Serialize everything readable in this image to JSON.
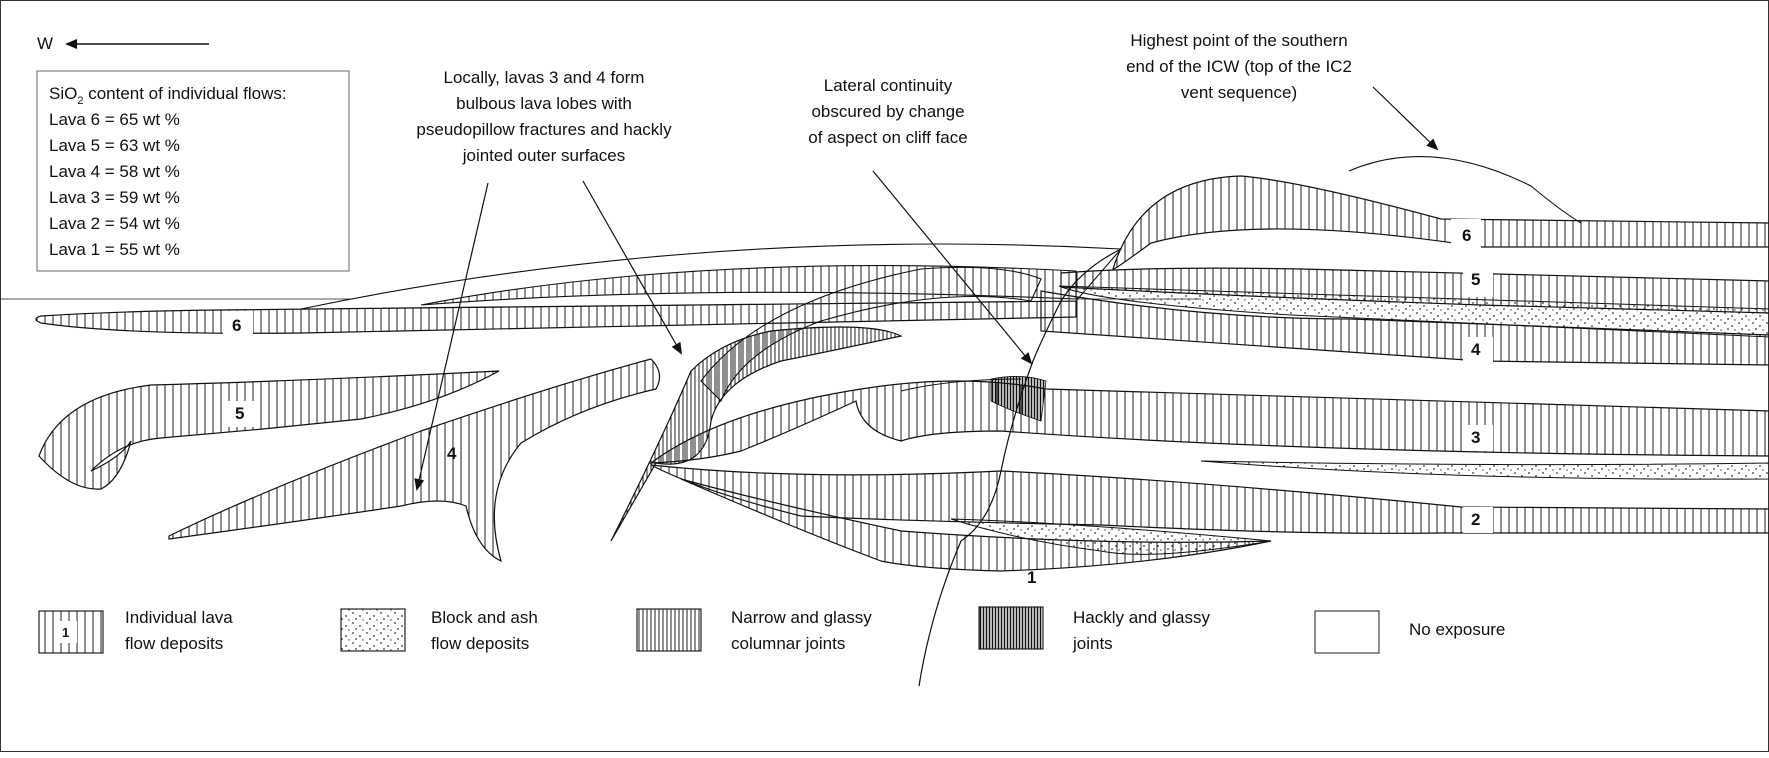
{
  "direction": {
    "label": "W"
  },
  "sio2_box": {
    "title_pre": "SiO",
    "title_sub": "2",
    "title_post": " content of individual flows:",
    "rows": [
      "Lava 6 = 65 wt %",
      "Lava 5 = 63 wt %",
      "Lava 4 = 58 wt %",
      "Lava 3 = 59 wt %",
      "Lava 2 = 54 wt %",
      "Lava 1 = 55 wt %"
    ]
  },
  "annotations": {
    "lobes": [
      "Locally, lavas 3 and 4 form",
      "bulbous lava lobes with",
      "pseudopillow fractures and hackly",
      "jointed outer surfaces"
    ],
    "lateral": [
      "Lateral continuity",
      "obscured by change",
      "of aspect on cliff face"
    ],
    "highest": [
      "Highest point of the southern",
      "end of the ICW (top of the IC2",
      "vent sequence)"
    ]
  },
  "flow_labels": {
    "l6a": "6",
    "l5a": "5",
    "l4a": "4",
    "l6b": "6",
    "l5b": "5",
    "l4b": "4",
    "l3": "3",
    "l2": "2",
    "l1": "1"
  },
  "legend": {
    "lava_swatch_label": "1",
    "lava": [
      "Individual lava",
      "flow deposits"
    ],
    "block": [
      "Block and ash",
      "flow deposits"
    ],
    "narrow": [
      "Narrow and glassy",
      "columnar joints"
    ],
    "hackly": [
      "Hackly and glassy",
      "joints"
    ],
    "none": [
      "No exposure"
    ]
  }
}
